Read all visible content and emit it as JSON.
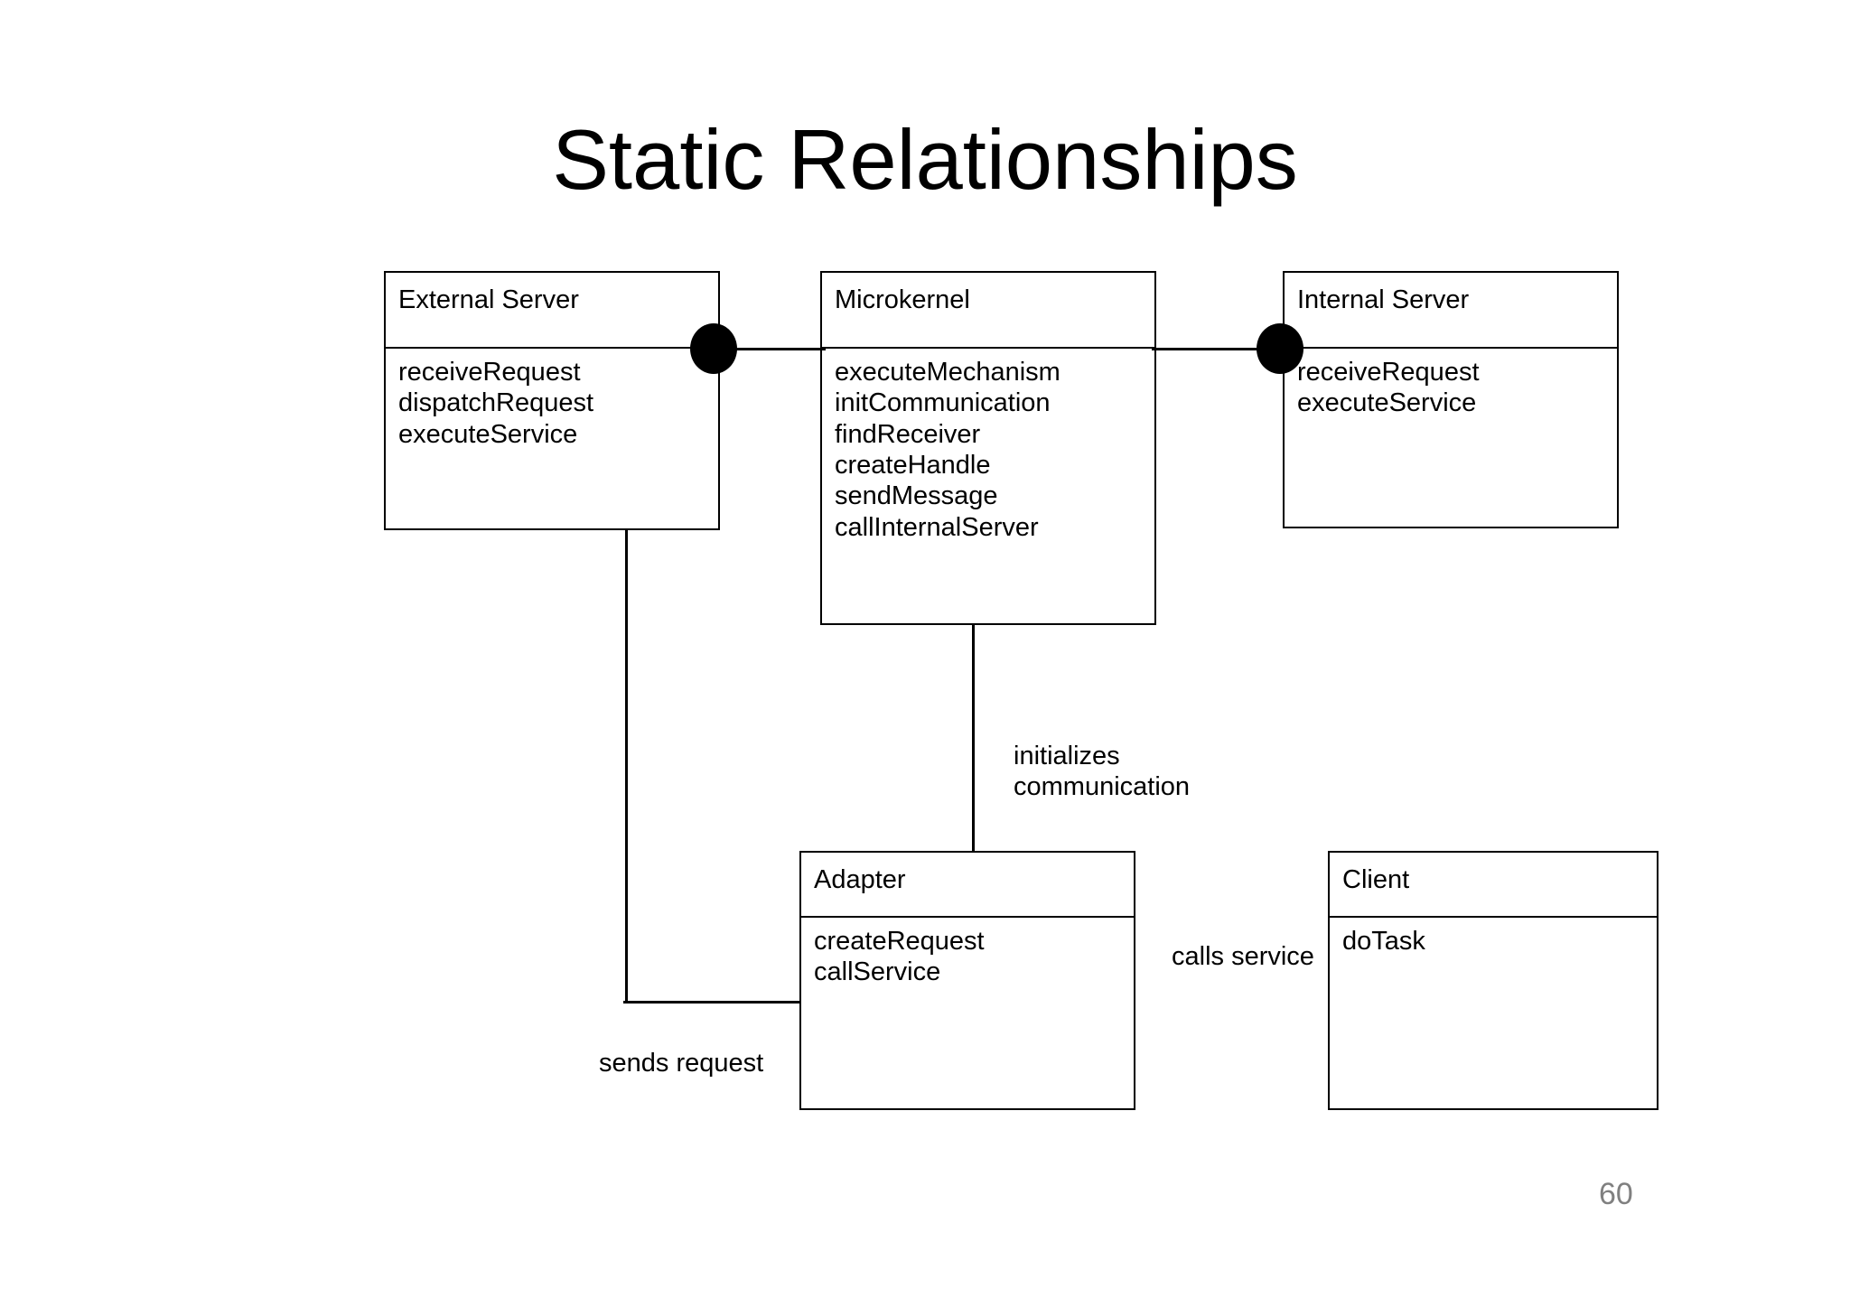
{
  "slide": {
    "title": "Static Relationships",
    "page_number": "60",
    "page_number_color": "#808080",
    "background_color": "#ffffff",
    "line_color": "#000000"
  },
  "diagram": {
    "type": "uml-class-diagram",
    "classes": [
      {
        "id": "external-server",
        "name": "External Server",
        "operations": [
          "receiveRequest",
          "dispatchRequest",
          "executeService"
        ]
      },
      {
        "id": "microkernel",
        "name": "Microkernel",
        "operations": [
          "executeMechanism",
          "initCommunication",
          "findReceiver",
          "createHandle",
          "sendMessage",
          "callInternalServer"
        ]
      },
      {
        "id": "internal-server",
        "name": "Internal Server",
        "operations": [
          "receiveRequest",
          "executeService"
        ]
      },
      {
        "id": "adapter",
        "name": "Adapter",
        "operations": [
          "createRequest",
          "callService"
        ]
      },
      {
        "id": "client",
        "name": "Client",
        "operations": [
          "doTask"
        ]
      }
    ],
    "relationships": [
      {
        "id": "extserver-microkernel",
        "from": "external-server",
        "to": "microkernel",
        "label": "",
        "marker": "filled-circle"
      },
      {
        "id": "microkernel-intserver",
        "from": "microkernel",
        "to": "internal-server",
        "label": "",
        "marker": "filled-circle"
      },
      {
        "id": "microkernel-adapter",
        "from": "microkernel",
        "to": "adapter",
        "label": "initializes communication",
        "label_line_1": "initializes",
        "label_line_2": "communication",
        "marker": "none"
      },
      {
        "id": "extserver-adapter",
        "from": "external-server",
        "to": "adapter",
        "label": "sends request",
        "marker": "none"
      },
      {
        "id": "adapter-client",
        "from": "adapter",
        "to": "client",
        "label": "calls service",
        "marker": "none"
      }
    ]
  }
}
